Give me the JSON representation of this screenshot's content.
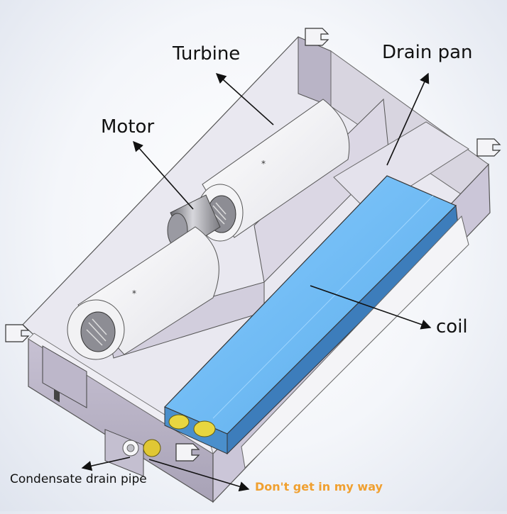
{
  "labels": {
    "turbine": "Turbine",
    "drain_pan": "Drain pan",
    "motor": "Motor",
    "coil": "coil",
    "condensate_drain_pipe": "Condensate drain pipe",
    "warning": "Don't get in my way"
  },
  "colors": {
    "coil": "#6cb8f2",
    "housing": "#d4d0de",
    "warning_text": "#f0a030",
    "fitting": "#e8d640"
  }
}
